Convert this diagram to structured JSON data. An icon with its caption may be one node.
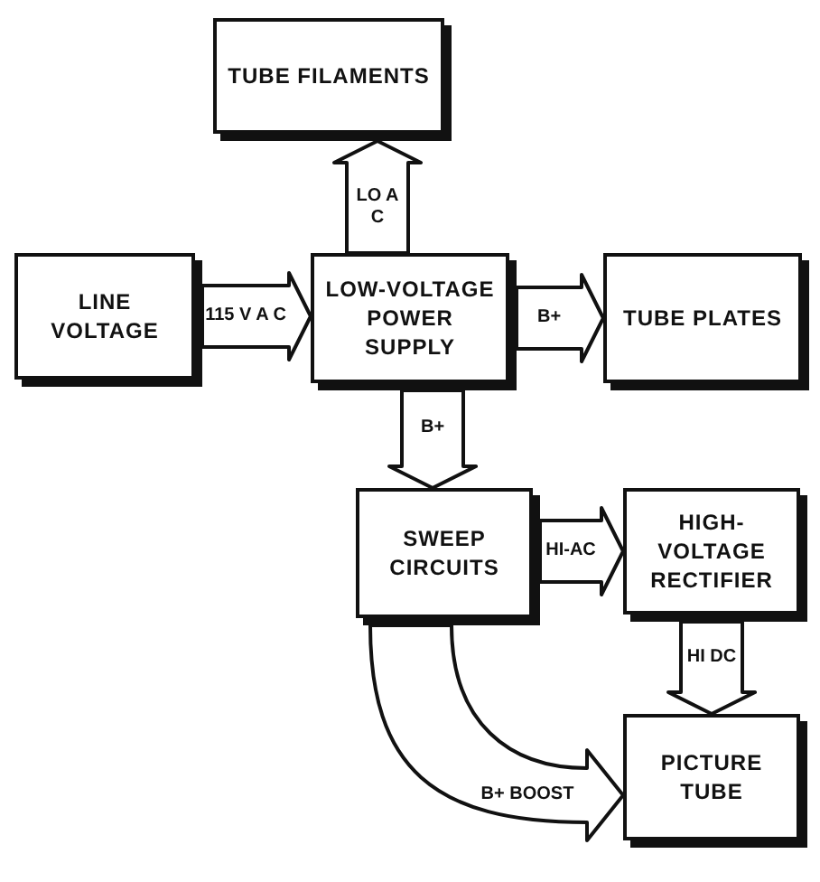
{
  "diagram": {
    "nodes": [
      {
        "text": [
          "TUBE FILAMENTS"
        ]
      },
      {
        "text": [
          "LINE VOLTAGE"
        ]
      },
      {
        "text": [
          "LOW-VOLTAGE POWER SUPPLY"
        ]
      },
      {
        "text": [
          "TUBE PLATES"
        ]
      },
      {
        "text": [
          "SWEEP CIRCUITS"
        ]
      },
      {
        "text": [
          "HIGH-VOLTAGE RECTIFIER"
        ]
      },
      {
        "text": [
          "PICTURE TUBE"
        ]
      }
    ],
    "edges": [
      {
        "from": 1,
        "to": 2,
        "arrow": "to",
        "label": "115 V A C"
      },
      {
        "from": 2,
        "to": 0,
        "arrow": "to",
        "label": "LO A C"
      },
      {
        "from": 2,
        "to": 3,
        "arrow": "to",
        "label": "B+"
      },
      {
        "from": 2,
        "to": 4,
        "arrow": "to",
        "label": "B+"
      },
      {
        "from": 4,
        "to": 5,
        "arrow": "to",
        "label": "HI-AC"
      },
      {
        "from": 5,
        "to": 6,
        "arrow": "to",
        "label": "HI DC"
      },
      {
        "from": 4,
        "to": 6,
        "arrow": "to",
        "label": "B+ BOOST"
      }
    ]
  }
}
